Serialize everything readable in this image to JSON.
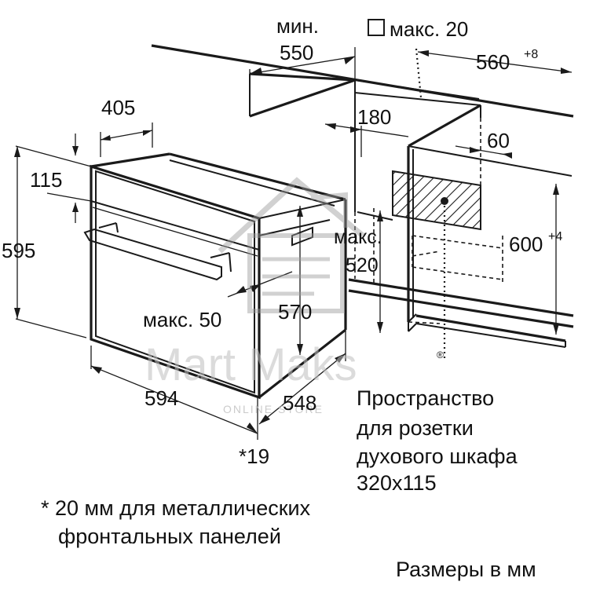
{
  "labels": {
    "min": "мин.",
    "d550": "550",
    "max20": "макс. 20",
    "d560": "560",
    "d560_sup": "+8",
    "d405": "405",
    "d180": "180",
    "d60": "60",
    "d115": "115",
    "d595": "595",
    "max520_a": "макс.",
    "max520_b": "520",
    "d600": "600",
    "d600_sup": "+4",
    "max50": "макс. 50",
    "d570": "570",
    "d594": "594",
    "d548": "548",
    "d19": "*19"
  },
  "notes": {
    "socket_line1": "Пространство",
    "socket_line2": "для розетки",
    "socket_line3": "духового шкафа",
    "socket_line4": "320x115",
    "footnote_line1": "* 20 мм для металлических",
    "footnote_line2": "фронтальных панелей",
    "units": "Размеры в мм"
  },
  "watermark": {
    "brand": "Mart Maks",
    "registered": "®",
    "tagline": "ONLINE STORE"
  }
}
